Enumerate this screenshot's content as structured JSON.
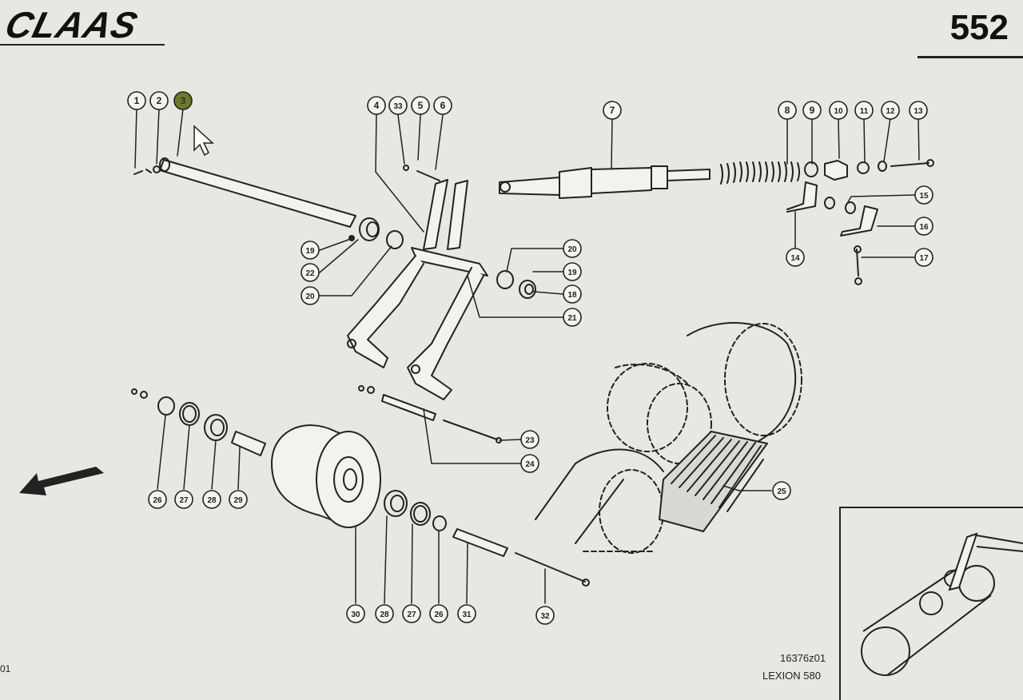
{
  "header": {
    "brand": "CLAAS",
    "page_number": "552"
  },
  "footer": {
    "drawing_code": "16376z01",
    "model": "LEXION 580",
    "left_edge_text": "01"
  },
  "diagram": {
    "callouts": [
      {
        "id": "c1",
        "label": "1",
        "highlighted": false
      },
      {
        "id": "c2",
        "label": "2",
        "highlighted": false
      },
      {
        "id": "c3",
        "label": "3",
        "highlighted": true
      },
      {
        "id": "c4",
        "label": "4",
        "highlighted": false
      },
      {
        "id": "c33",
        "label": "33",
        "highlighted": false
      },
      {
        "id": "c5",
        "label": "5",
        "highlighted": false
      },
      {
        "id": "c6",
        "label": "6",
        "highlighted": false
      },
      {
        "id": "c7",
        "label": "7",
        "highlighted": false
      },
      {
        "id": "c8",
        "label": "8",
        "highlighted": false
      },
      {
        "id": "c9",
        "label": "9",
        "highlighted": false
      },
      {
        "id": "c10",
        "label": "10",
        "highlighted": false
      },
      {
        "id": "c11",
        "label": "11",
        "highlighted": false
      },
      {
        "id": "c12",
        "label": "12",
        "highlighted": false
      },
      {
        "id": "c13",
        "label": "13",
        "highlighted": false
      },
      {
        "id": "c15",
        "label": "15",
        "highlighted": false
      },
      {
        "id": "c16",
        "label": "16",
        "highlighted": false
      },
      {
        "id": "c14",
        "label": "14",
        "highlighted": false
      },
      {
        "id": "c17",
        "label": "17",
        "highlighted": false
      },
      {
        "id": "c19a",
        "label": "19",
        "highlighted": false
      },
      {
        "id": "c22",
        "label": "22",
        "highlighted": false
      },
      {
        "id": "c20a",
        "label": "20",
        "highlighted": false
      },
      {
        "id": "c20b",
        "label": "20",
        "highlighted": false
      },
      {
        "id": "c19b",
        "label": "19",
        "highlighted": false
      },
      {
        "id": "c18",
        "label": "18",
        "highlighted": false
      },
      {
        "id": "c21",
        "label": "21",
        "highlighted": false
      },
      {
        "id": "c23",
        "label": "23",
        "highlighted": false
      },
      {
        "id": "c24",
        "label": "24",
        "highlighted": false
      },
      {
        "id": "c25",
        "label": "25",
        "highlighted": false
      },
      {
        "id": "c26a",
        "label": "26",
        "highlighted": false
      },
      {
        "id": "c27a",
        "label": "27",
        "highlighted": false
      },
      {
        "id": "c28a",
        "label": "28",
        "highlighted": false
      },
      {
        "id": "c29",
        "label": "29",
        "highlighted": false
      },
      {
        "id": "c30",
        "label": "30",
        "highlighted": false
      },
      {
        "id": "c28b",
        "label": "28",
        "highlighted": false
      },
      {
        "id": "c27b",
        "label": "27",
        "highlighted": false
      },
      {
        "id": "c26b",
        "label": "26",
        "highlighted": false
      },
      {
        "id": "c31",
        "label": "31",
        "highlighted": false
      },
      {
        "id": "c32",
        "label": "32",
        "highlighted": false
      }
    ]
  },
  "colors": {
    "paper": "#e7e8e2",
    "ink": "#222222",
    "highlight": "#6b7a2c"
  },
  "icons": {
    "cursor": "mouse-pointer-icon",
    "direction": "direction-arrow-icon"
  }
}
